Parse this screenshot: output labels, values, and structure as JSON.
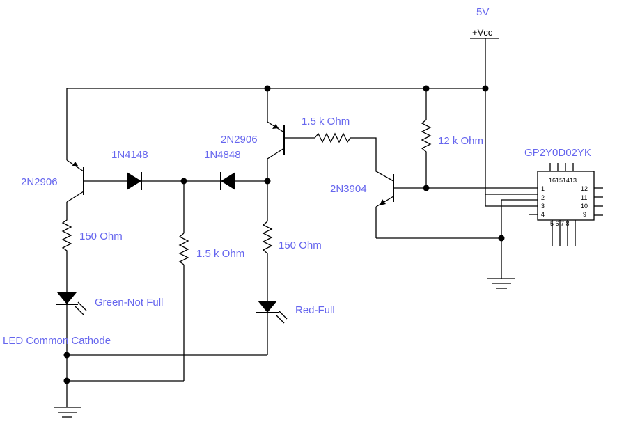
{
  "labels": {
    "supply_voltage": "5V",
    "vcc": "+Vcc",
    "q_left": "2N2906",
    "q_mid": "2N2906",
    "q_right": "2N3904",
    "d1": "1N4148",
    "d2": "1N4848",
    "r_top": "1.5 k Ohm",
    "r_12k": "12 k Ohm",
    "r_left": "150  Ohm",
    "r_mid": "1.5 k Ohm",
    "r_right": "150  Ohm",
    "led_green": "Green-Not Full",
    "led_red": "Red-Full",
    "led_common": "LED Common Cathode",
    "sensor": "GP2Y0D02YK"
  },
  "sensor_ic": {
    "top_pins": "16151413",
    "left_pins": [
      "1",
      "2",
      "3",
      "4"
    ],
    "right_pins": [
      "12",
      "11",
      "10",
      "9"
    ],
    "bottom_pins": "5 6 7 8"
  }
}
